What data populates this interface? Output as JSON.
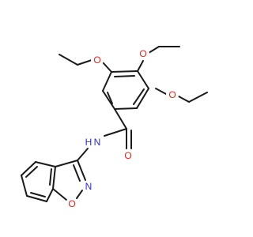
{
  "molecule": {
    "atoms": {
      "o_ethoxy_left": {
        "text": "O",
        "color": "#e8241a"
      },
      "o_ethoxy_top": {
        "text": "O",
        "color": "#e8241a"
      },
      "o_ethoxy_right": {
        "text": "O",
        "color": "#e8241a"
      },
      "o_carbonyl": {
        "text": "O",
        "color": "#e8241a"
      },
      "n_amide": {
        "text": "N",
        "color": "#2b2bd6"
      },
      "h_amide": {
        "text": "H",
        "color": "#2b2bd6"
      },
      "n_isoxazole": {
        "text": "N",
        "color": "#2b2bd6"
      },
      "o_isoxazole": {
        "text": "O",
        "color": "#e8241a"
      }
    },
    "colors": {
      "carbon_bond": "#1a1a1a",
      "oxygen": "#e8241a",
      "nitrogen": "#2b2bd6",
      "background": "#ffffff"
    }
  }
}
